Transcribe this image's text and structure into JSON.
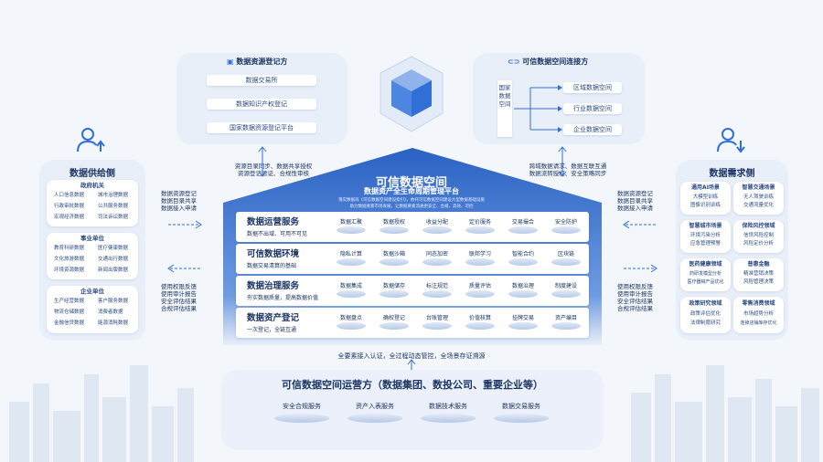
{
  "registrar": {
    "title": "数据资源登记方",
    "items": [
      "数据交易所",
      "数据知识产权登记",
      "国家数据资源登记平台"
    ]
  },
  "connector": {
    "title": "可信数据空间连接方",
    "vertical_label": "国家数据空间",
    "items": [
      "区域数据空间",
      "行业数据空间",
      "企业数据空间"
    ]
  },
  "supply": {
    "title": "数据供给侧",
    "groups": [
      {
        "name": "政府机关",
        "items": [
          "人口信息数据",
          "城市治理数据",
          "行政审批数据",
          "公共服务数据",
          "宏观经济数据",
          "司法诉讼数据"
        ]
      },
      {
        "name": "事业单位",
        "items": [
          "教育科研数据",
          "医疗健康数据",
          "文化旅游数据",
          "交通出行数据",
          "环境资源数据",
          "新闻出版数据"
        ]
      },
      {
        "name": "企业单位",
        "items": [
          "生产经营数据",
          "客户服务数据",
          "物流仓储数据",
          "消费者数据",
          "金融信贷数据",
          "能源消耗数据"
        ]
      }
    ]
  },
  "demand": {
    "title": "数据需求侧",
    "groups": [
      {
        "name": "通用AI场景",
        "items": [
          "大模型训练",
          "图像识别训练"
        ]
      },
      {
        "name": "智慧交通场景",
        "items": [
          "无人驾驶训练",
          "交通流量优化"
        ]
      },
      {
        "name": "智慧城市场景",
        "items": [
          "环境污染分析",
          "应急管理预警"
        ]
      },
      {
        "name": "保险风控领域",
        "items": [
          "信贷风险控制",
          "风险定价分析"
        ]
      },
      {
        "name": "医药健康领域",
        "items": [
          "药研发模型分析",
          "医疗器械产品优化"
        ]
      },
      {
        "name": "普惠金融",
        "items": [
          "精准营销决策",
          "风险管理决策"
        ]
      },
      {
        "name": "政策研究领域",
        "items": [
          "政策评估优化",
          "法律制度研究"
        ]
      },
      {
        "name": "零售消费领域",
        "items": [
          "市场趋势分析",
          "连锁店铺库存优化"
        ]
      }
    ]
  },
  "left_arrow_top": [
    "数据资源登记",
    "数据目录共享",
    "数据接入申请"
  ],
  "left_arrow_bottom": [
    "使用权限反馈",
    "使用审计报告",
    "安全评估结果",
    "合规评估结果"
  ],
  "right_arrow_top": [
    "数据资源登记",
    "数据目录共享",
    "数据接入申请"
  ],
  "right_arrow_bottom": [
    "使用权限反馈",
    "使用审计报告",
    "安全评估结果",
    "合规评估结果"
  ],
  "top_left_arrow_text": [
    "资源目录同步、数据共享授权",
    "资源登记验证、合规性审核"
  ],
  "top_right_arrow_text": [
    "跨域数据请求、数据互联互通",
    "数据流转授权、安全策略同步"
  ],
  "platform": {
    "title": "可信数据空间",
    "subtitle": "数据资产全生命周期管理平台",
    "desc": [
      "落实数据局《可信数据空间建设指引》，依托可信数据空间建设大型数据基础设施",
      "助力数据要素市场发展，让数据要素流通更安全、合规、高效、可控"
    ],
    "layers": [
      {
        "title": "数据运营服务",
        "sub": "数据不出域、可用不可见",
        "chips": [
          "数据汇聚",
          "数据授权",
          "收益分配",
          "定价服务",
          "交易撮合",
          "安全防护"
        ]
      },
      {
        "title": "可信数据环境",
        "sub": "数据交易清算的基础",
        "chips": [
          "隐私计算",
          "数据沙箱",
          "同态加密",
          "联邦学习",
          "智能合约",
          "区块链"
        ]
      },
      {
        "title": "数据治理服务",
        "sub": "夯实数据质量，提高数据价值",
        "chips": [
          "数据集成",
          "数据储存",
          "标注规范",
          "质量评估",
          "数据治理",
          "制度建设"
        ]
      },
      {
        "title": "数据资产登记",
        "sub": "一次登记，全链互通",
        "chips": [
          "数据盘点",
          "确权登记",
          "台账管理",
          "价值核算",
          "挂牌交易",
          "资产编目"
        ]
      }
    ],
    "footer": "全要素接入认证，全过程动态管控，全场景存证溯源"
  },
  "operator": {
    "title": "可信数据空间运营方（数据集团、数投公司、重要企业等）",
    "services": [
      "安全合规服务",
      "资产入表服务",
      "数据技术服务",
      "数据交易服务"
    ]
  },
  "colors": {
    "accent": "#2f6fd6",
    "dark": "#1c3563",
    "panel": "#e9eff9"
  },
  "icons": {
    "registrar": "document-icon",
    "connector": "link-icon",
    "supply": "user-upload-icon",
    "demand": "user-download-icon",
    "cube": "cube-icon"
  }
}
